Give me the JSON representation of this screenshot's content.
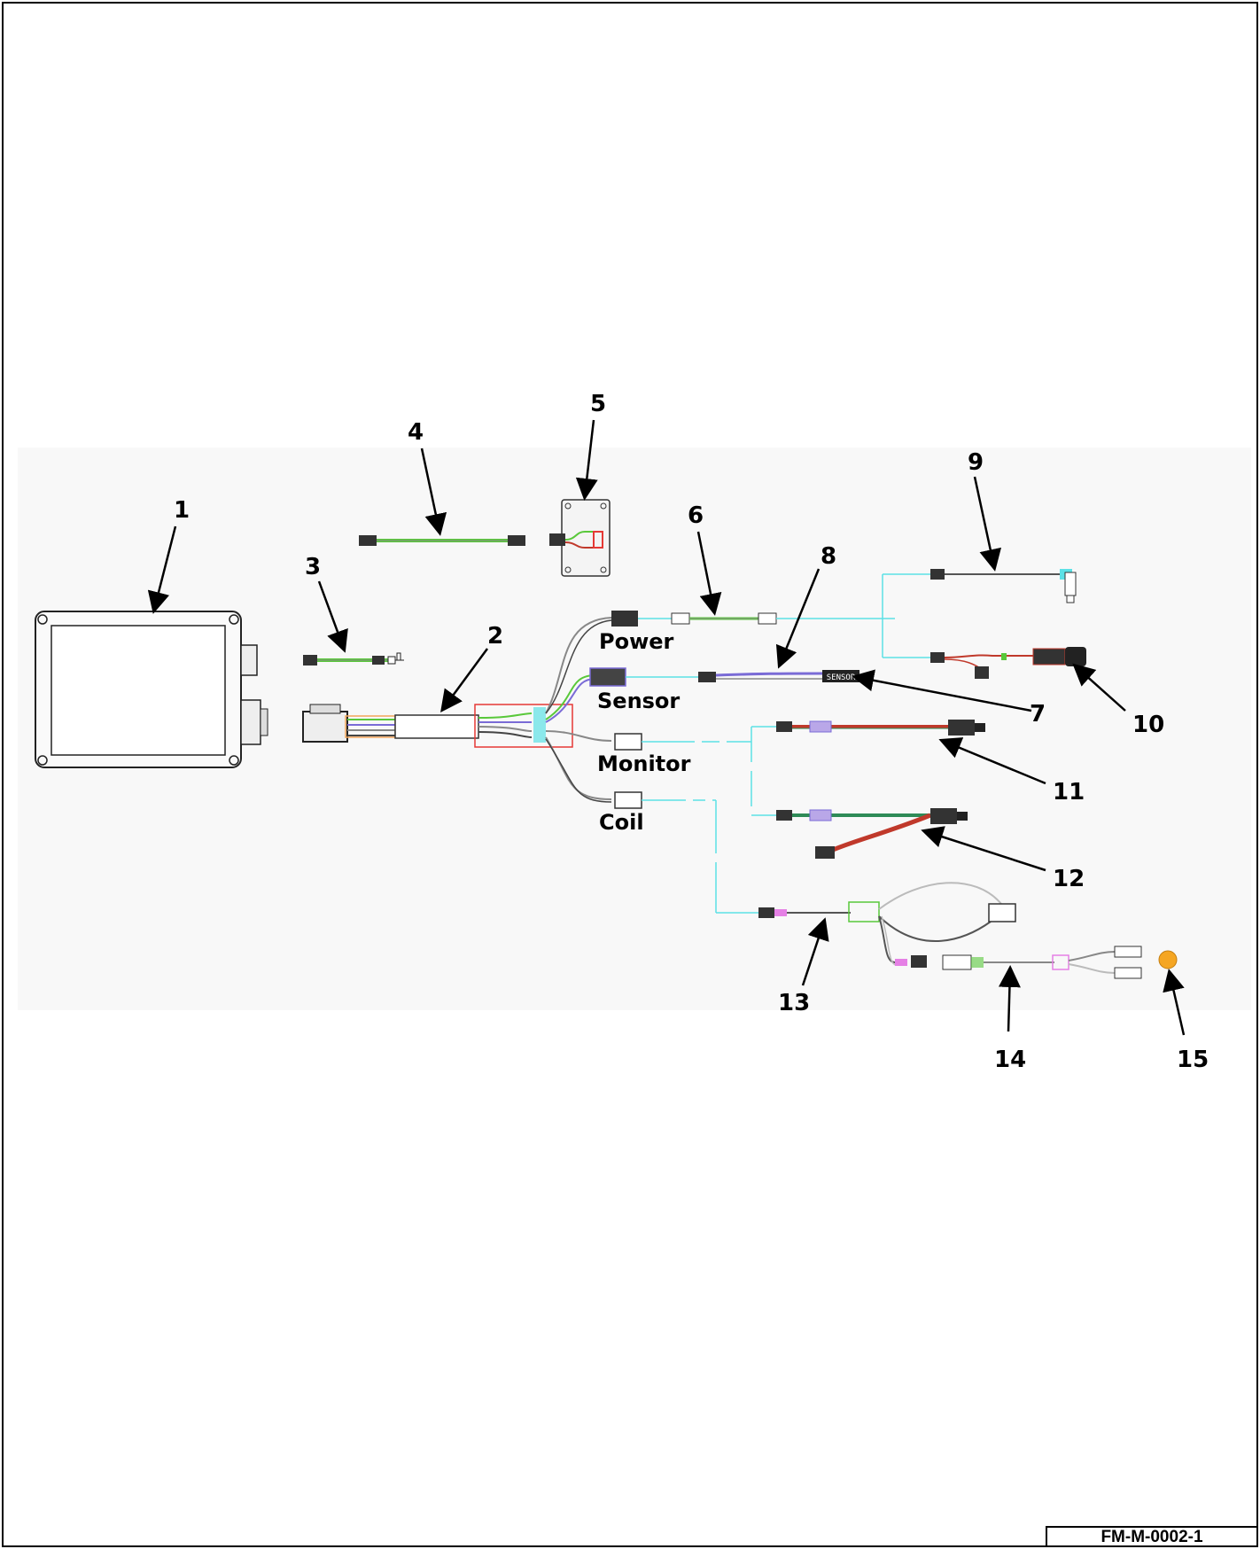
{
  "drawing": {
    "doc_id": "FM-M-0002-1",
    "branch_labels": {
      "power": "Power",
      "sensor": "Sensor",
      "monitor": "Monitor",
      "coil": "Coil"
    },
    "sensor_tag": "SENSOR",
    "callouts": [
      "1",
      "2",
      "3",
      "4",
      "5",
      "6",
      "7",
      "8",
      "9",
      "10",
      "11",
      "12",
      "13",
      "14",
      "15"
    ]
  },
  "colors": {
    "harness_cyan": "#5ce1e6",
    "wire_green": "#59c83a",
    "wire_red": "#c0392b",
    "wire_purple": "#7a6bd6",
    "wire_gray": "#8c8c8c",
    "highlight_orange": "#f2c57a",
    "highlight_red": "#e53935",
    "part_15": "#f5a623",
    "background_panel": "#f7f7f7"
  }
}
